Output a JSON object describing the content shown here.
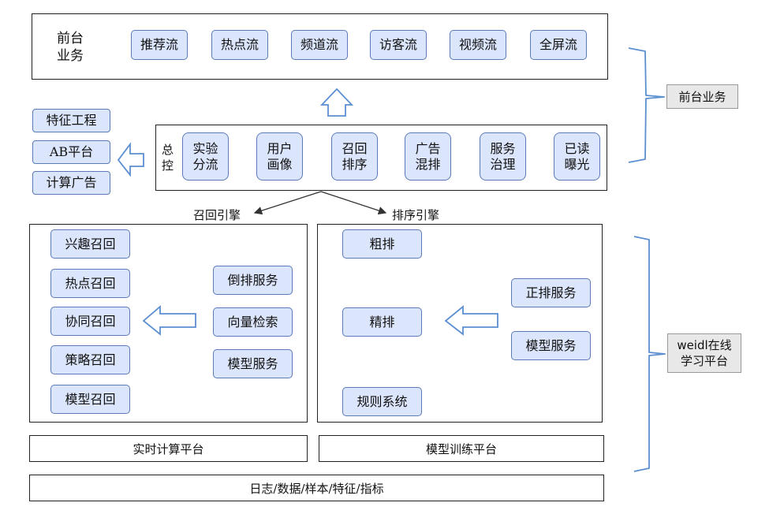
{
  "front": {
    "title": "前台\n业务",
    "streams": [
      "推荐流",
      "热点流",
      "频道流",
      "访客流",
      "视频流",
      "全屏流"
    ]
  },
  "side_tools": [
    "特征工程",
    "AB平台",
    "计算广告"
  ],
  "control": {
    "label": "总\n控",
    "modules": [
      "实验\n分流",
      "用户\n画像",
      "召回\n排序",
      "广告\n混排",
      "服务\n治理",
      "已读\n曝光"
    ]
  },
  "engines": {
    "recall": "召回引擎",
    "rank": "排序引擎"
  },
  "recall_panel": {
    "left": [
      "兴趣召回",
      "热点召回",
      "协同召回",
      "策略召回",
      "模型召回"
    ],
    "right": [
      "倒排服务",
      "向量检索",
      "模型服务"
    ]
  },
  "rank_panel": {
    "left": [
      "粗排",
      "精排",
      "规则系统"
    ],
    "right": [
      "正排服务",
      "模型服务"
    ]
  },
  "platforms": {
    "realtime": "实时计算平台",
    "training": "模型训练平台",
    "base": "日志/数据/样本/特征/指标"
  },
  "brackets": {
    "front_label": "前台业务",
    "online_label": "weidl在线\n学习平台"
  },
  "colors": {
    "box_fill": "#dbe5fb",
    "box_border": "#5b7ab8",
    "arrow": "#5b8fd1",
    "label_fill": "#e8e8e8"
  }
}
